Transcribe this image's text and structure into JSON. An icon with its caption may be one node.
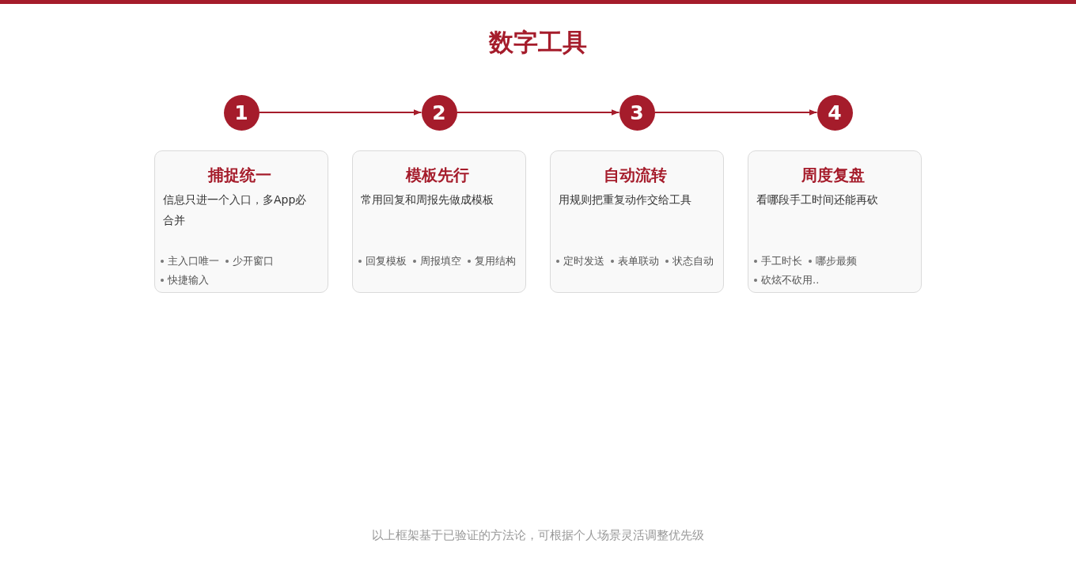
{
  "diagram": {
    "title": "数字工具",
    "nodes": [
      {
        "text": [
          "1"
        ]
      },
      {
        "text": [
          "2"
        ]
      },
      {
        "text": [
          "3"
        ]
      },
      {
        "text": [
          "4"
        ]
      },
      {
        "text": [
          "捕捉统一",
          "信息只进一个入口，多App必合并",
          "主入口唯一",
          "少开窗口",
          "快捷输入"
        ]
      },
      {
        "text": [
          "模板先行",
          "常用回复和周报先做成模板",
          "回复模板",
          "周报填空",
          "复用结构"
        ]
      },
      {
        "text": [
          "自动流转",
          "用规则把重复动作交给工具",
          "定时发送",
          "表单联动",
          "状态自动"
        ]
      },
      {
        "text": [
          "周度复盘",
          "看哪段手工时间还能再砍",
          "手工时长",
          "哪步最频",
          "砍炫不砍用.."
        ]
      }
    ],
    "edges": [
      {
        "from": 0,
        "to": 1,
        "arrow": "to"
      },
      {
        "from": 1,
        "to": 2,
        "arrow": "to"
      },
      {
        "from": 2,
        "to": 3,
        "arrow": "to"
      }
    ],
    "caption": "以上框架基于已验证的方法论，可根据个人场景灵活调整优先级"
  }
}
